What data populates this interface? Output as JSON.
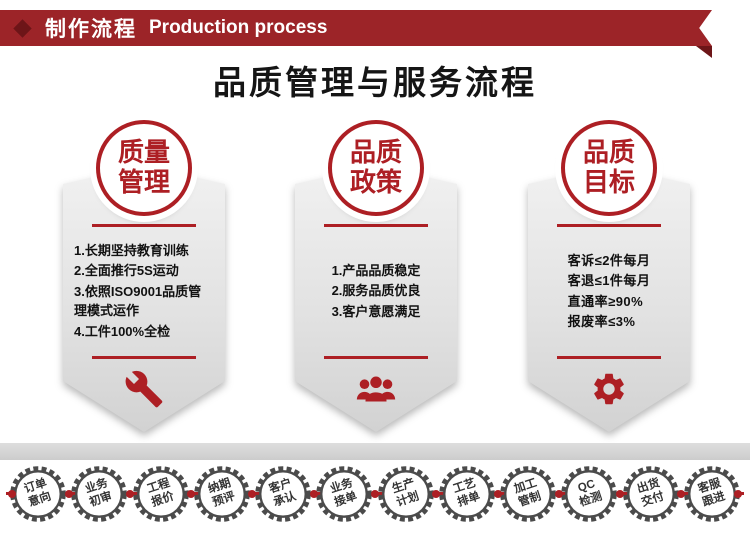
{
  "colors": {
    "header_red": "#9c2428",
    "dark_red": "#6d1518",
    "accent_red": "#ad1f24",
    "ribbon_gray_light": "#f1f1f1",
    "ribbon_gray_dark": "#d2d2d2",
    "divider_gray_bar": "#d5d5d5",
    "step_ring_gray": "#4b4b4b",
    "text_dark": "#111111"
  },
  "header": {
    "section_title_cn": "制作流程",
    "section_title_en": "Production process",
    "diamond_icon": "diamond-icon"
  },
  "page_title": "品质管理与服务流程",
  "panels": [
    {
      "circle": "质量\n管理",
      "items": [
        "1.长期坚持教育训练",
        "2.全面推行5S运动",
        "3.依照ISO9001品质管理模式运作",
        "4.工件100%全检"
      ],
      "icon": "wrench-icon"
    },
    {
      "circle": "品质\n政策",
      "items": [
        "1.产品品质稳定",
        "2.服务品质优良",
        "3.客户意愿满足"
      ],
      "icon": "people-icon"
    },
    {
      "circle": "品质\n目标",
      "items": [
        "客诉≤2件每月",
        "客退≤1件每月",
        "直通率≥90%",
        "报废率≤3%"
      ],
      "icon": "gear-icon"
    }
  ],
  "process_steps": [
    "订单\n意向",
    "业务\n初审",
    "工程\n报价",
    "纳期\n预评",
    "客户\n承认",
    "业务\n接单",
    "生产\n计划",
    "工艺\n排单",
    "加工\n管制",
    "QC\n检测",
    "出货\n交付",
    "客服\n跟进"
  ]
}
